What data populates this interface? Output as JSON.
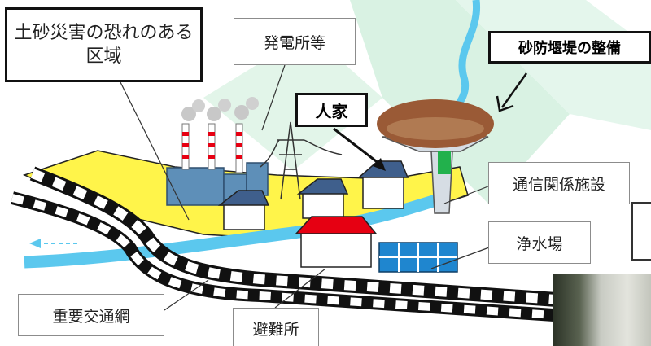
{
  "labels": {
    "danger_zone": "土砂災害の恐れのある区域",
    "power_plant": "発電所等",
    "house": "人家",
    "sabo_dam": "砂防堰堤の整備",
    "communication": "通信関係施設",
    "water_plant": "浄水場",
    "road": "重要交通網",
    "shelter": "避難所"
  },
  "colors": {
    "danger_zone": "#fff44a",
    "river": "#5bc8ee",
    "background_pattern": "#d9f2e3",
    "shelter_roof": "#e60012",
    "house_roof": "#3f5f8c"
  },
  "icons": {
    "power_plant": "factory-with-smokestacks-icon",
    "tower": "transmission-tower-icon",
    "dam": "sabo-dam-icon",
    "water_plant": "water-treatment-tanks-icon"
  }
}
